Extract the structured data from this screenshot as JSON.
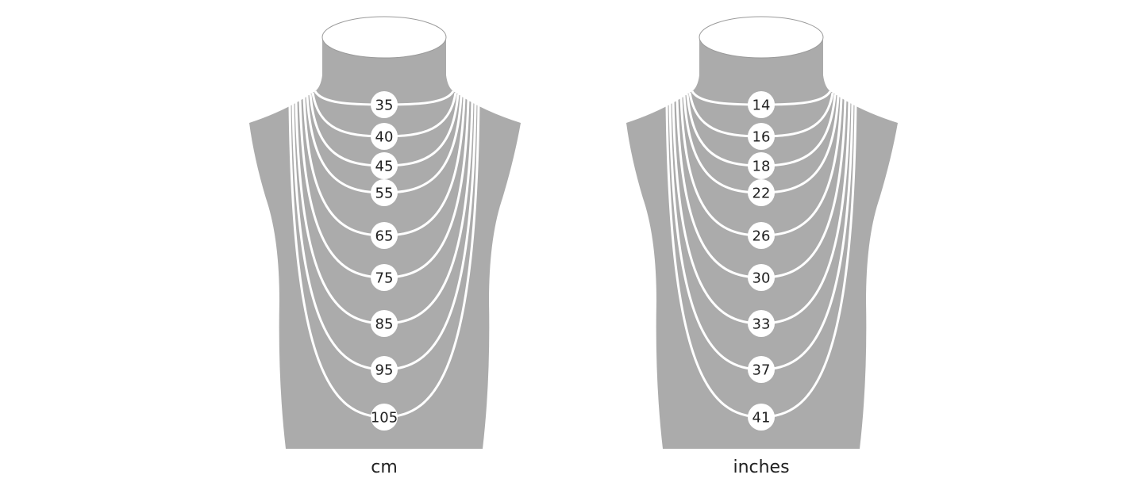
{
  "busts": [
    {
      "unit": "cm",
      "lengths": [
        "35",
        "40",
        "45",
        "55",
        "65",
        "75",
        "85",
        "95",
        "105"
      ]
    },
    {
      "unit": "inches",
      "lengths": [
        "14",
        "16",
        "18",
        "22",
        "26",
        "30",
        "33",
        "37",
        "41"
      ]
    }
  ],
  "colors": {
    "bust": "#ababab",
    "chain": "#ffffff",
    "text": "#222222",
    "neck_outline": "#9a9a9a"
  }
}
